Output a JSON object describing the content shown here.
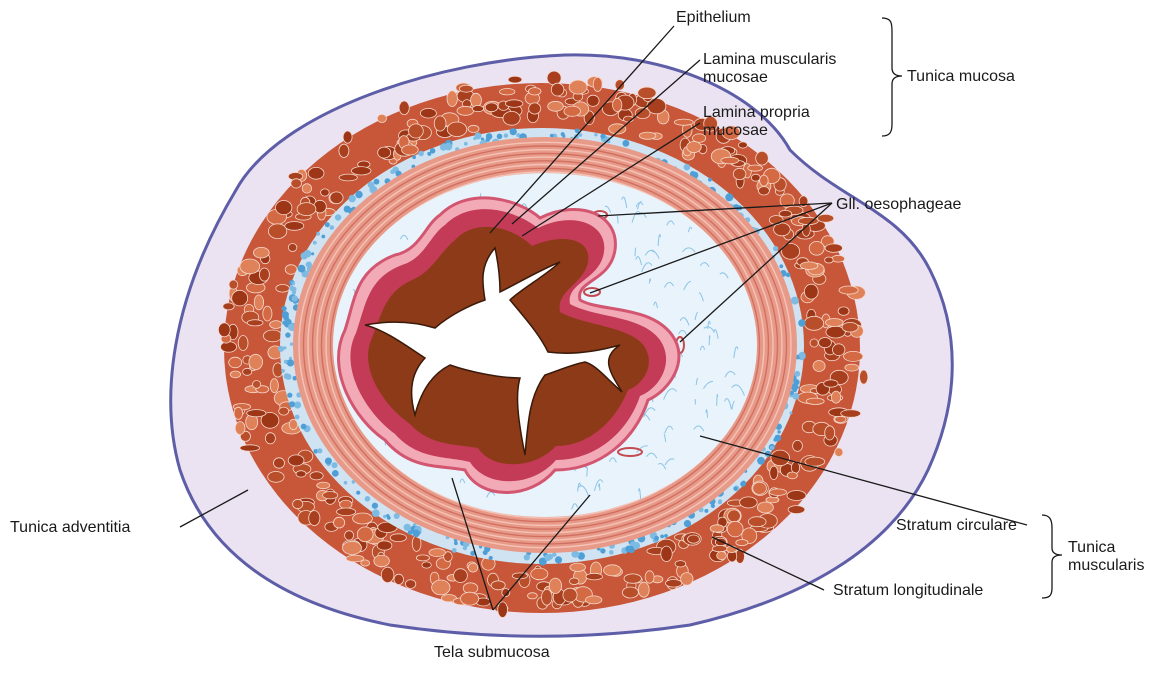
{
  "labels": {
    "epithelium": "Epithelium",
    "lamina_muscularis_1": "Lamina muscularis",
    "lamina_muscularis_2": "mucosae",
    "lamina_propria_1": "Lamina propria",
    "lamina_propria_2": "mucosae",
    "tunica_mucosa": "Tunica mucosa",
    "gll_oesophageae": "Gll. oesophageae",
    "tunica_adventitia": "Tunica adventitia",
    "stratum_circulare": "Stratum circulare",
    "stratum_longitudinale": "Stratum longitudinale",
    "tunica_muscularis_1": "Tunica",
    "tunica_muscularis_2": "muscularis",
    "tela_submucosa": "Tela submucosa"
  },
  "colors": {
    "adventitia": "#e9dff0",
    "adventitia_border": "#5e5ea8",
    "longitudinal_muscle": "#c8573a",
    "blue_dots": "#5aa7d8",
    "circular_muscle": "#e69a8a",
    "submucosa": "#e6f2fa",
    "mucosa": "#c94a63",
    "epithelium": "#8a3514",
    "lumen": "#ffffff"
  }
}
